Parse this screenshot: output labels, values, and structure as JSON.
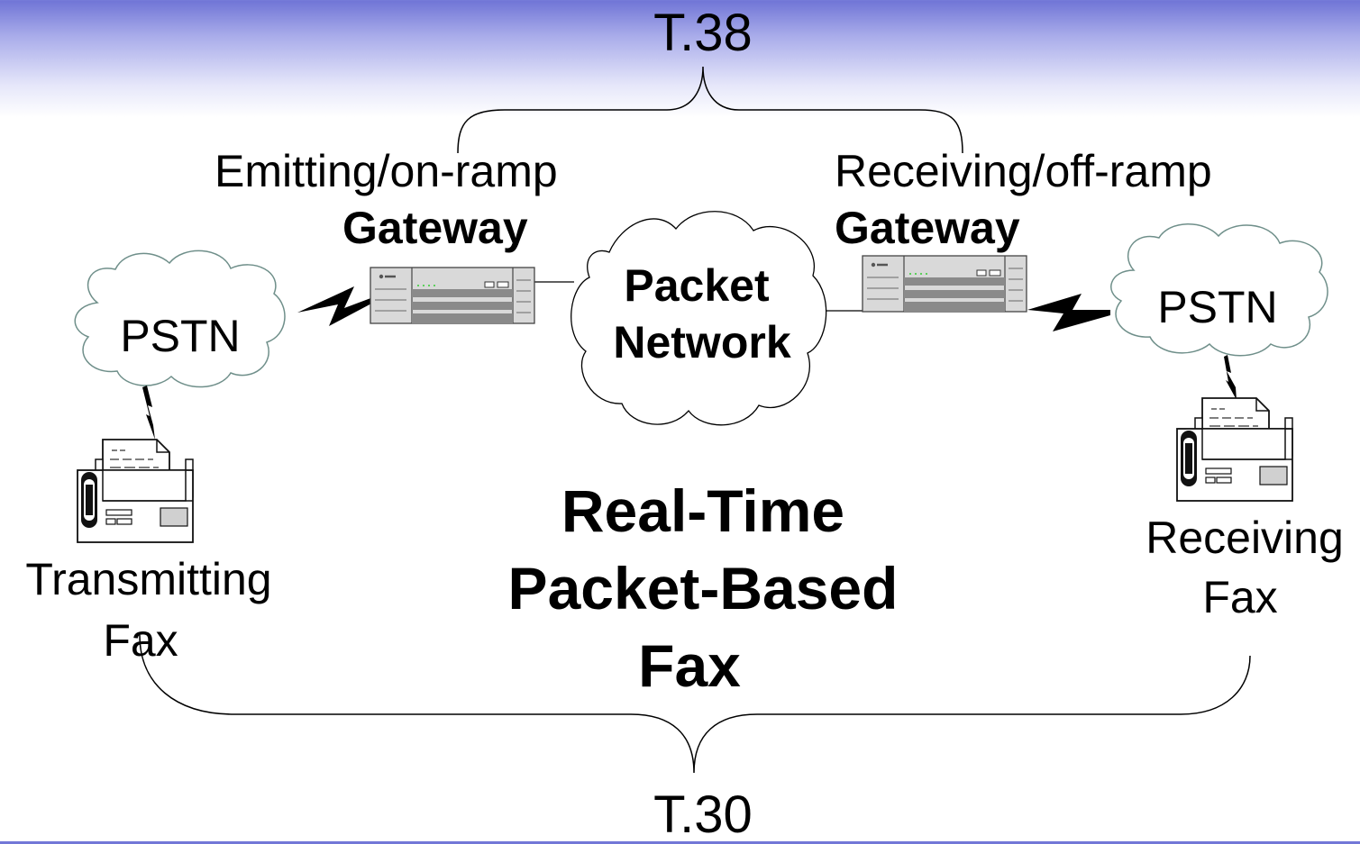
{
  "top_standard": "T.38",
  "bottom_standard": "T.30",
  "emitting_gateway": {
    "role": "Emitting/on-ramp",
    "name": "Gateway"
  },
  "receiving_gateway": {
    "role": "Receiving/off-ramp",
    "name": "Gateway"
  },
  "packet_network": {
    "line1": "Packet",
    "line2": "Network"
  },
  "left_cloud": "PSTN",
  "right_cloud": "PSTN",
  "transmitting_fax": {
    "line1": "Transmitting",
    "line2": "Fax"
  },
  "receiving_fax": {
    "line1": "Receiving",
    "line2": "Fax"
  },
  "title": {
    "line1": "Real-Time",
    "line2": "Packet-Based",
    "line3": "Fax"
  },
  "colors": {
    "header_gradient_top": "#6f74d6",
    "pstn_cloud_stroke": "#6f8f8a",
    "gateway_body": "#d9d9d9",
    "gateway_led": "#33cc33"
  }
}
